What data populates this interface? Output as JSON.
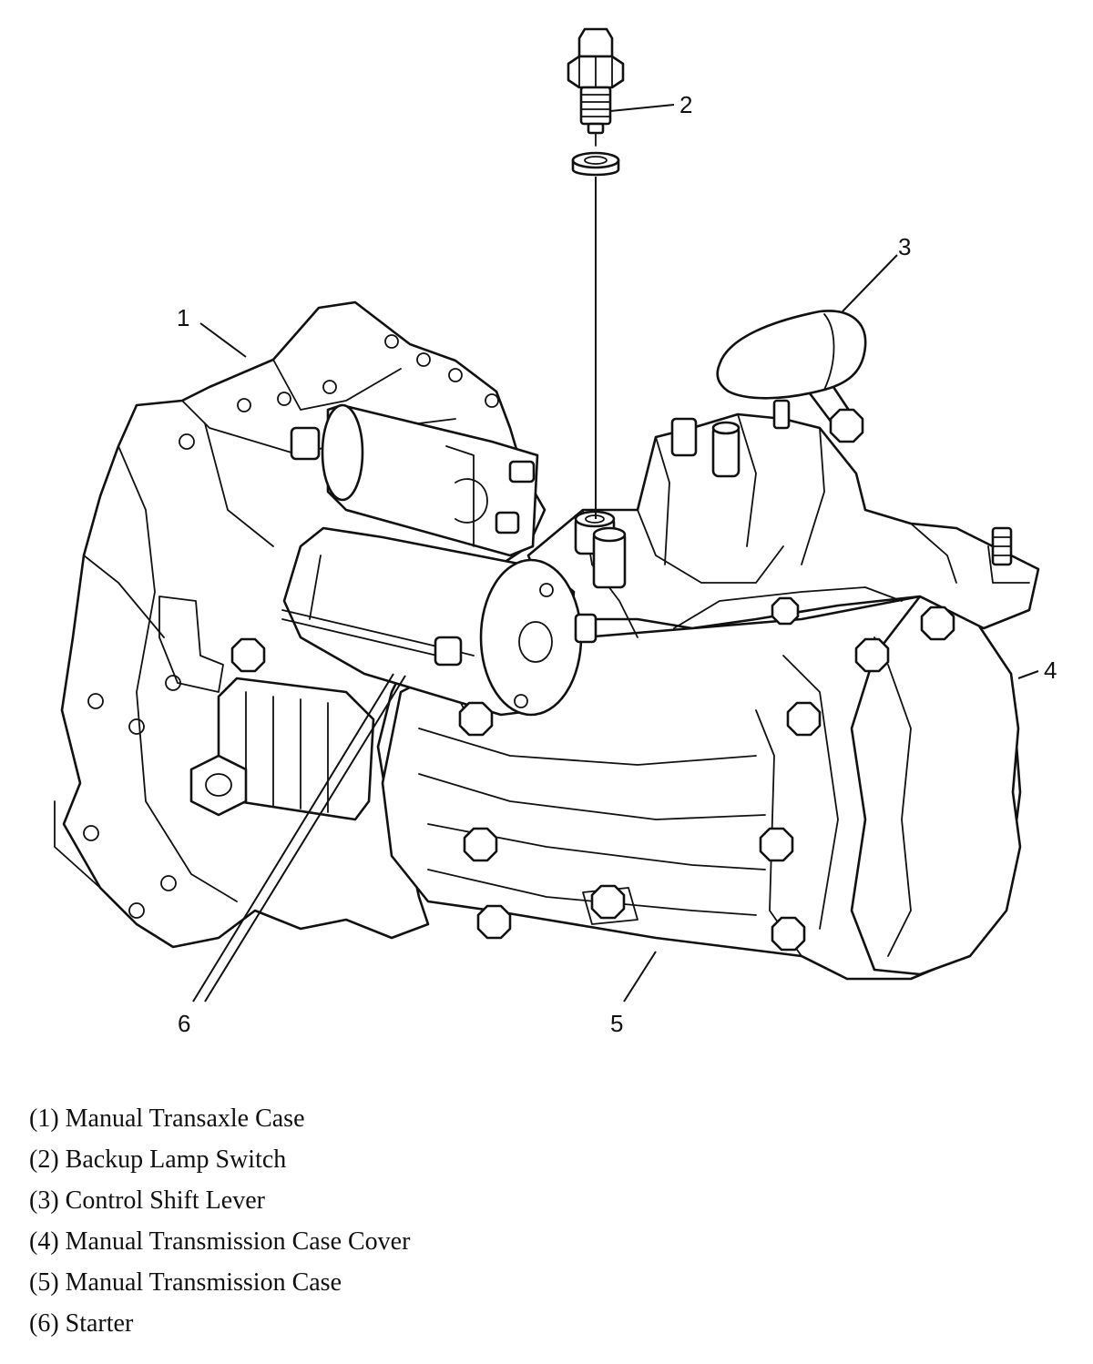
{
  "callouts": {
    "c1": "1",
    "c2": "2",
    "c3": "3",
    "c4": "4",
    "c5": "5",
    "c6": "6"
  },
  "legend": {
    "items": [
      "(1) Manual Transaxle Case",
      "(2) Backup Lamp Switch",
      "(3) Control Shift Lever",
      "(4) Manual Transmission Case Cover",
      "(5) Manual Transmission Case",
      "(6) Starter"
    ]
  }
}
